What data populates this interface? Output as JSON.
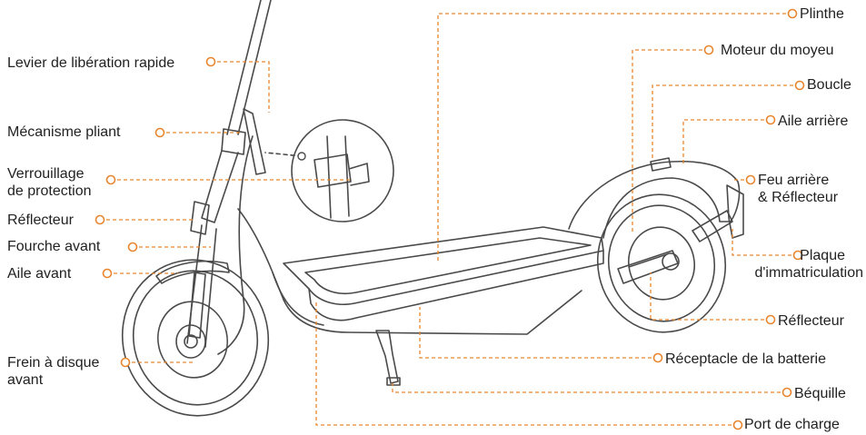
{
  "accent_color": "#E8862F",
  "line_color": "#4a4a4a",
  "labels": {
    "plinthe": "Plinthe",
    "moteur": "Moteur du moyeu",
    "boucle": "Boucle",
    "aile_arriere": "Aile arrière",
    "feu_arriere_1": "Feu arrière",
    "feu_arriere_2": "& Réflecteur",
    "plaque_1": "Plaque",
    "plaque_2": "d'immatriculation",
    "reflecteur_arriere": "Réflecteur",
    "receptacle": "Réceptacle de la batterie",
    "bequille": "Béquille",
    "port_charge": "Port de charge",
    "levier": "Levier de libération rapide",
    "mecanisme": "Mécanisme pliant",
    "verrouillage_1": "Verrouillage",
    "verrouillage_2": "de protection",
    "reflecteur_avant": "Réflecteur",
    "fourche": "Fourche avant",
    "aile_avant": "Aile avant",
    "frein_1": "Frein à disque",
    "frein_2": "avant"
  }
}
